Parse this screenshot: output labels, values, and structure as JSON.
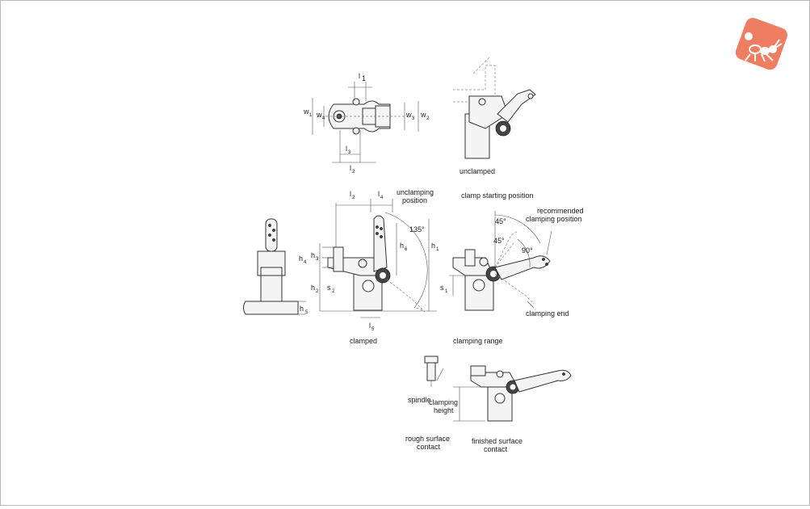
{
  "logo": {
    "icon": "ant-logo-icon",
    "color": "#ee7d61"
  },
  "dims": {
    "l1": "l",
    "l1s": "1",
    "w1": "w",
    "w1s": "1",
    "w4": "w",
    "w4s": "4",
    "w3": "w",
    "w3s": "3",
    "w2": "w",
    "w2s": "2",
    "l3": "l",
    "l3s": "3",
    "l2a": "l",
    "l2as": "2",
    "l2b": "l",
    "l2bs": "2",
    "l4": "l",
    "l4s": "4",
    "h4": "h",
    "h4s": "4",
    "h3": "h",
    "h3s": "3",
    "h2": "h",
    "h2s": "2",
    "s2": "s",
    "s2s": "2",
    "h5": "h",
    "h5s": "5",
    "h6": "h",
    "h6s": "6",
    "h1": "h",
    "h1s": "1",
    "l5": "l",
    "l5s": "5",
    "s1": "s",
    "s1s": "1"
  },
  "angles": {
    "a135": "135°",
    "a45a": "45°",
    "a45b": "45°",
    "a90": "90°"
  },
  "labels": {
    "unclamped": "unclamped",
    "unclamping1": "unclamping",
    "unclamping2": "position",
    "clamp_start": "clamp starting position",
    "recommended1": "recommended",
    "recommended2": "clamping position",
    "clamping_end": "clamping end",
    "clamped": "clamped",
    "clamping_range": "clamping range",
    "spindle": "spindle",
    "clamping_height1": "clamping",
    "clamping_height2": "height",
    "rough1": "rough surface",
    "rough2": "contact",
    "finished1": "finished surface",
    "finished2": "contact"
  }
}
